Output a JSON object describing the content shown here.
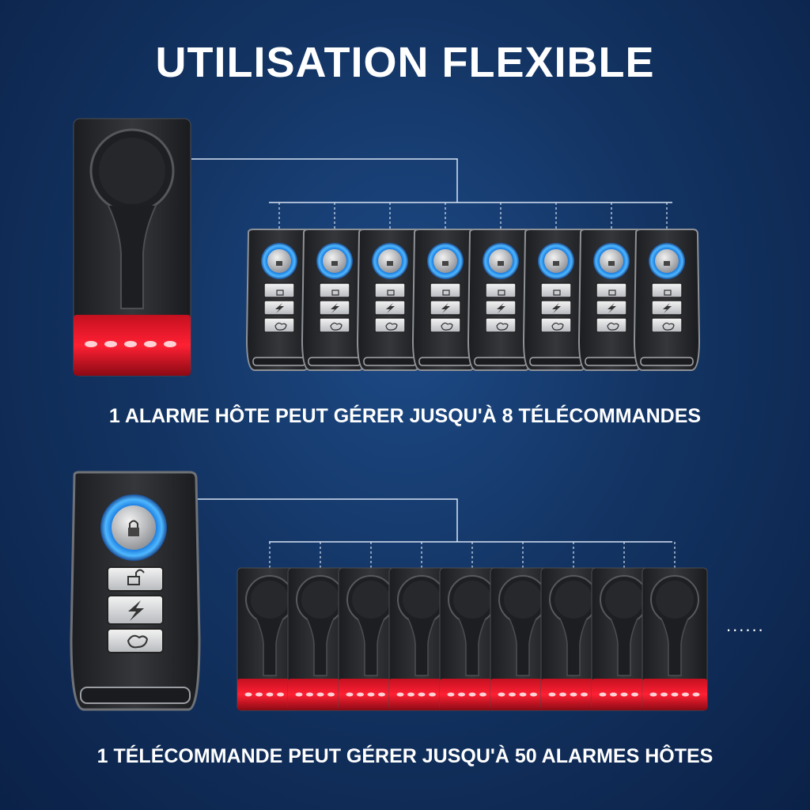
{
  "title": "UTILISATION FLEXIBLE",
  "section1": {
    "caption": "1 ALARME HÔTE PEUT GÉRER JUSQU'À 8 TÉLÉCOMMANDES",
    "host": "alarm-unit",
    "remotes_count": 8
  },
  "section2": {
    "caption": "1 TÉLÉCOMMANDE PEUT GÉRER JUSQU'À 50 ALARMES HÔTES",
    "host": "remote-unit",
    "alarms_count": 9,
    "ellipsis": "......"
  },
  "colors": {
    "background": "#133463",
    "accent_blue": "#3aa6ff",
    "led_red": "#ff1a2e",
    "device_body": "#2a2c30"
  },
  "icons": [
    "lock-icon",
    "unlock-icon",
    "lightning-icon",
    "mute-icon"
  ]
}
